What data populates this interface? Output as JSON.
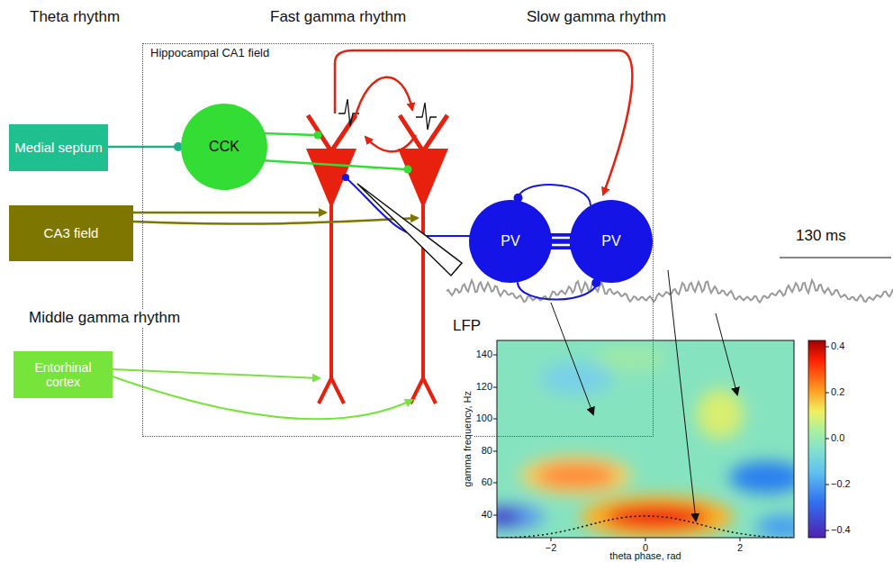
{
  "diagram": {
    "nodes": [
      {
        "text": [
          "Medial septum"
        ]
      },
      {
        "text": [
          "Hippocampal CA1 field"
        ]
      },
      {
        "text": [
          "CCK"
        ],
        "in": 1
      },
      {
        "text": [
          "PV"
        ],
        "in": 1
      },
      {
        "text": [
          "PV"
        ],
        "in": 1
      },
      {
        "text": [
          "CA3 field"
        ]
      },
      {
        "text": [
          "Entorhinal cortex"
        ]
      }
    ],
    "edges": [
      {
        "from": 0,
        "to": 2,
        "arrow": "to"
      },
      {
        "from": 3,
        "to": 4,
        "arrow": "none"
      },
      {
        "from": 4,
        "to": 3,
        "arrow": "to"
      },
      {
        "from": 3,
        "to": 4,
        "arrow": "to"
      }
    ],
    "labels": [
      "Theta rhythm",
      "Fast gamma rhythm",
      "Slow gamma rhythm",
      "Middle gamma rhythm",
      "130 ms",
      "LFP",
      "gamma frequency, Hz",
      "theta phase, rad",
      "40",
      "60",
      "80",
      "100",
      "120",
      "140",
      "−2",
      "0",
      "2",
      "0.4",
      "0.2",
      "0.0",
      "−0.2",
      "−0.4"
    ]
  }
}
